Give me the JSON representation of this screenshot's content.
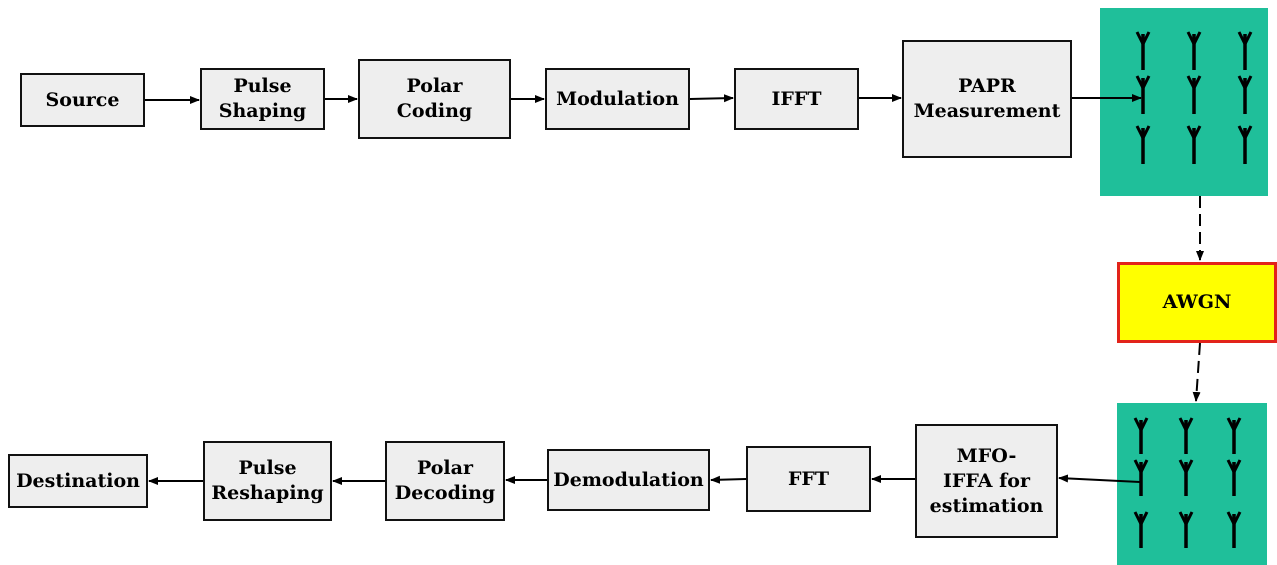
{
  "blocks": {
    "source": "Source",
    "pulse_shaping": "Pulse\nShaping",
    "polar_coding": "Polar\nCoding",
    "modulation": "Modulation",
    "ifft": "IFFT",
    "papr": "PAPR\nMeasurement",
    "awgn": "AWGN",
    "mfo_iffa": "MFO-\nIFFA for\nestimation",
    "fft": "FFT",
    "demodulation": "Demodulation",
    "polar_decoding": "Polar\nDecoding",
    "pulse_reshaping": "Pulse\nReshaping",
    "destination": "Destination"
  },
  "colors": {
    "block_fill": "#eeeeee",
    "block_border": "#111111",
    "antenna_panel": "#1fbf9a",
    "antenna": "#000000",
    "awgn_fill": "#ffff00",
    "awgn_border": "#e2231a",
    "arrow": "#000000"
  },
  "icons": {
    "tx_array": "antenna-array-icon",
    "rx_array": "antenna-array-icon"
  }
}
